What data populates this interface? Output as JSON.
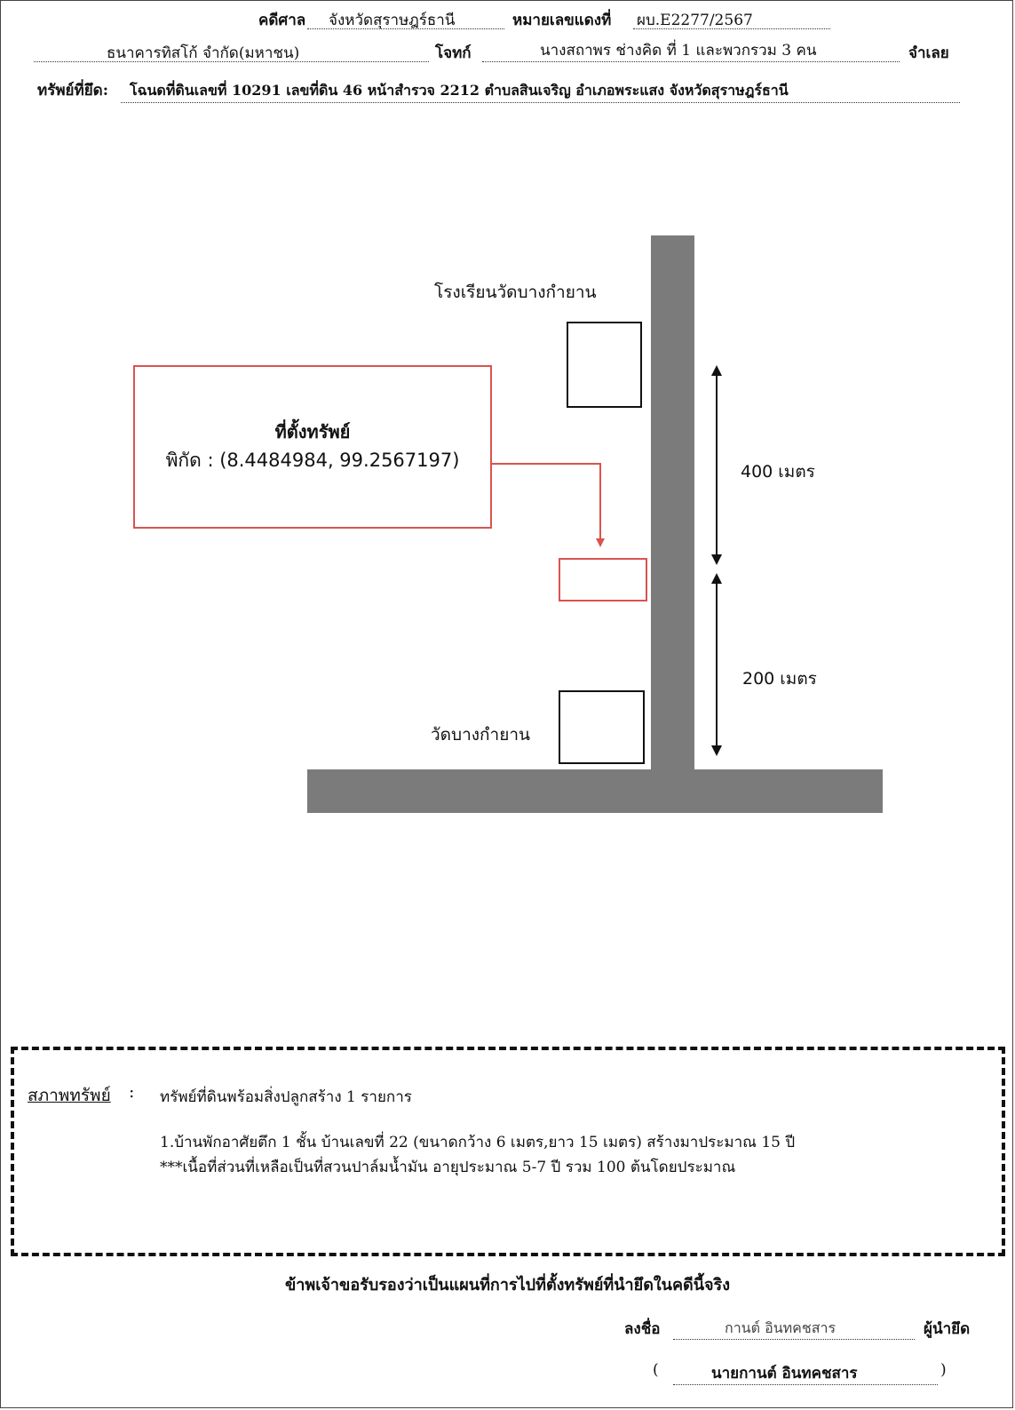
{
  "header": {
    "court_case_label": "คดีศาล",
    "court_province": "จังหวัดสุราษฎร์ธานี",
    "red_case_no_label": "หมายเลขแดงที่",
    "red_case_no": "ผบ.E2277/2567",
    "plaintiff": "ธนาคารทิสโก้ จำกัด(มหาชน)",
    "plaintiff_label": "โจทก์",
    "defendant": "นางสถาพร ช่างคิด ที่ 1 และพวกรวม 3 คน",
    "defendant_label": "จำเลย",
    "seized_property_label": "ทรัพย์ที่ยึด:",
    "seized_property": "โฉนดที่ดินเลขที่ 10291 เลขที่ดิน 46 หน้าสำรวจ 2212 ตำบลสินเจริญ อำเภอพระแสง จังหวัดสุราษฎร์ธานี"
  },
  "map": {
    "school_label": "โรงเรียนวัดบางกำยาน",
    "temple_label": "วัดบางกำยาน",
    "location_title": "ที่ตั้งทรัพย์",
    "location_coords": "พิกัด : (8.4484984, 99.2567197)",
    "distance_upper": "400 เมตร",
    "distance_lower": "200 เมตร",
    "road_color": "#7b7b7b",
    "highlight_color": "#d9534f"
  },
  "condition": {
    "label": "สภาพทรัพย์",
    "colon": ":",
    "summary": "ทรัพย์ที่ดินพร้อมสิ่งปลูกสร้าง 1 รายการ",
    "item1": "1.บ้านพักอาศัยตึก 1 ชั้น  บ้านเลขที่ 22 (ขนาดกว้าง 6 เมตร,ยาว 15 เมตร) สร้างมาประมาณ 15 ปี",
    "item2": "***เนื้อที่ส่วนที่เหลือเป็นที่สวนปาล์มน้ำมัน อายุประมาณ 5-7 ปี รวม 100 ต้นโดยประมาณ"
  },
  "certification": {
    "statement": "ข้าพเจ้าขอรับรองว่าเป็นแผนที่การไปที่ตั้งทรัพย์ที่นำยึดในคดีนี้จริง",
    "sign_label": "ลงชื่อ",
    "signature": "กานต์ อินทคชสาร",
    "role": "ผู้นำยึด",
    "open_paren": "(",
    "printed_name": "นายกานต์ อินทคชสาร",
    "close_paren": ")"
  }
}
